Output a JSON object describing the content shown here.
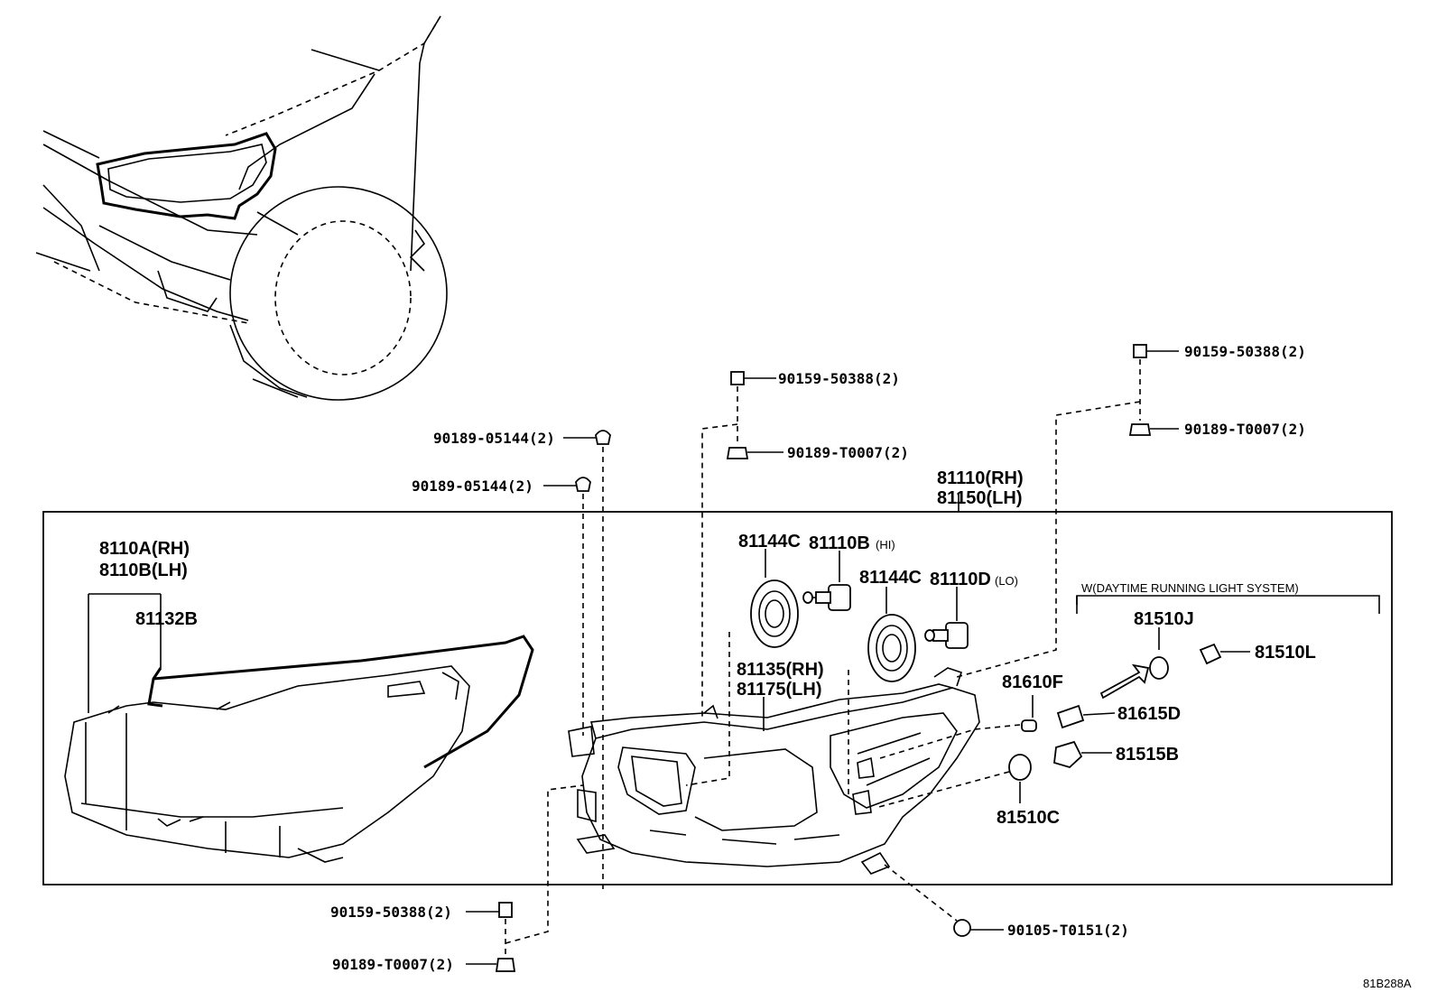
{
  "callouts": {
    "clip_top_left_1": "90189-05144(2)",
    "clip_top_left_2": "90189-05144(2)",
    "screw_mid": "90159-50388(2)",
    "nut_mid": "90189-T0007(2)",
    "screw_right": "90159-50388(2)",
    "nut_right": "90189-T0007(2)",
    "assy_rh": "81110(RH)",
    "assy_lh": "81150(LH)",
    "housing_rh": "8110A(RH)",
    "housing_lh": "8110B(LH)",
    "gasket": "81132B",
    "cover_1": "81144C",
    "bulb_hi": "81110B",
    "bulb_hi_note": "(HI)",
    "cover_2": "81144C",
    "bulb_lo": "81110D",
    "bulb_lo_note": "(LO)",
    "drl_note": "W(DAYTIME RUNNING LIGHT SYSTEM)",
    "socket_j": "81510J",
    "socket_l": "81510L",
    "lamp_f": "81610F",
    "socket_d": "81615D",
    "socket_b": "81515B",
    "bulb_c": "81510C",
    "bracket_rh": "81135(RH)",
    "bracket_lh": "81175(LH)",
    "screw_bottom": "90159-50388(2)",
    "nut_bottom": "90189-T0007(2)",
    "bolt_bottom": "90105-T0151(2)",
    "diagram_code": "81B288A"
  },
  "icons": [
    "car-front-outline",
    "headlight-lens",
    "headlight-housing",
    "bulb",
    "socket",
    "clip",
    "screw",
    "nut"
  ]
}
